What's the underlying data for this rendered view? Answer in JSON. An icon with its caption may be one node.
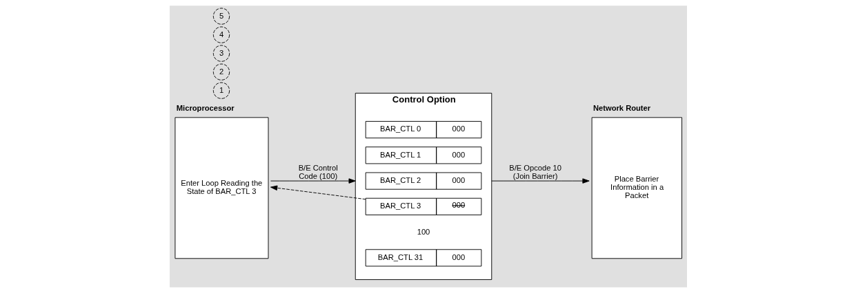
{
  "diagram": {
    "nodes": [
      {
        "text": [
          "Microprocessor",
          "Enter Loop Reading the State of BAR_CTL 3"
        ]
      },
      {
        "text": [
          "Control Option"
        ]
      },
      {
        "text": [
          "BAR_CTL 0",
          "000"
        ],
        "in": 1
      },
      {
        "text": [
          "BAR_CTL 1",
          "000"
        ],
        "in": 1
      },
      {
        "text": [
          "BAR_CTL 2",
          "000"
        ],
        "in": 1
      },
      {
        "text": [
          "BAR_CTL 3",
          "000"
        ],
        "in": 1,
        "beside": [
          "100"
        ]
      },
      {
        "text": [
          "BAR_CTL 31",
          "000"
        ],
        "in": 1
      },
      {
        "text": [
          "Network Router",
          "Place Barrier Information in a Packet"
        ]
      }
    ],
    "edges": [
      {
        "from": 0,
        "to": 1,
        "arrow": "to",
        "label": "B/E Control Code (100)"
      },
      {
        "from": 5,
        "to": 0,
        "arrow": "to",
        "style": "dashed"
      },
      {
        "from": 1,
        "to": 7,
        "arrow": "to",
        "label": "B/E Opcode 10 (Join Barrier)"
      }
    ],
    "labels": [
      "1",
      "2",
      "3",
      "4",
      "5"
    ]
  }
}
